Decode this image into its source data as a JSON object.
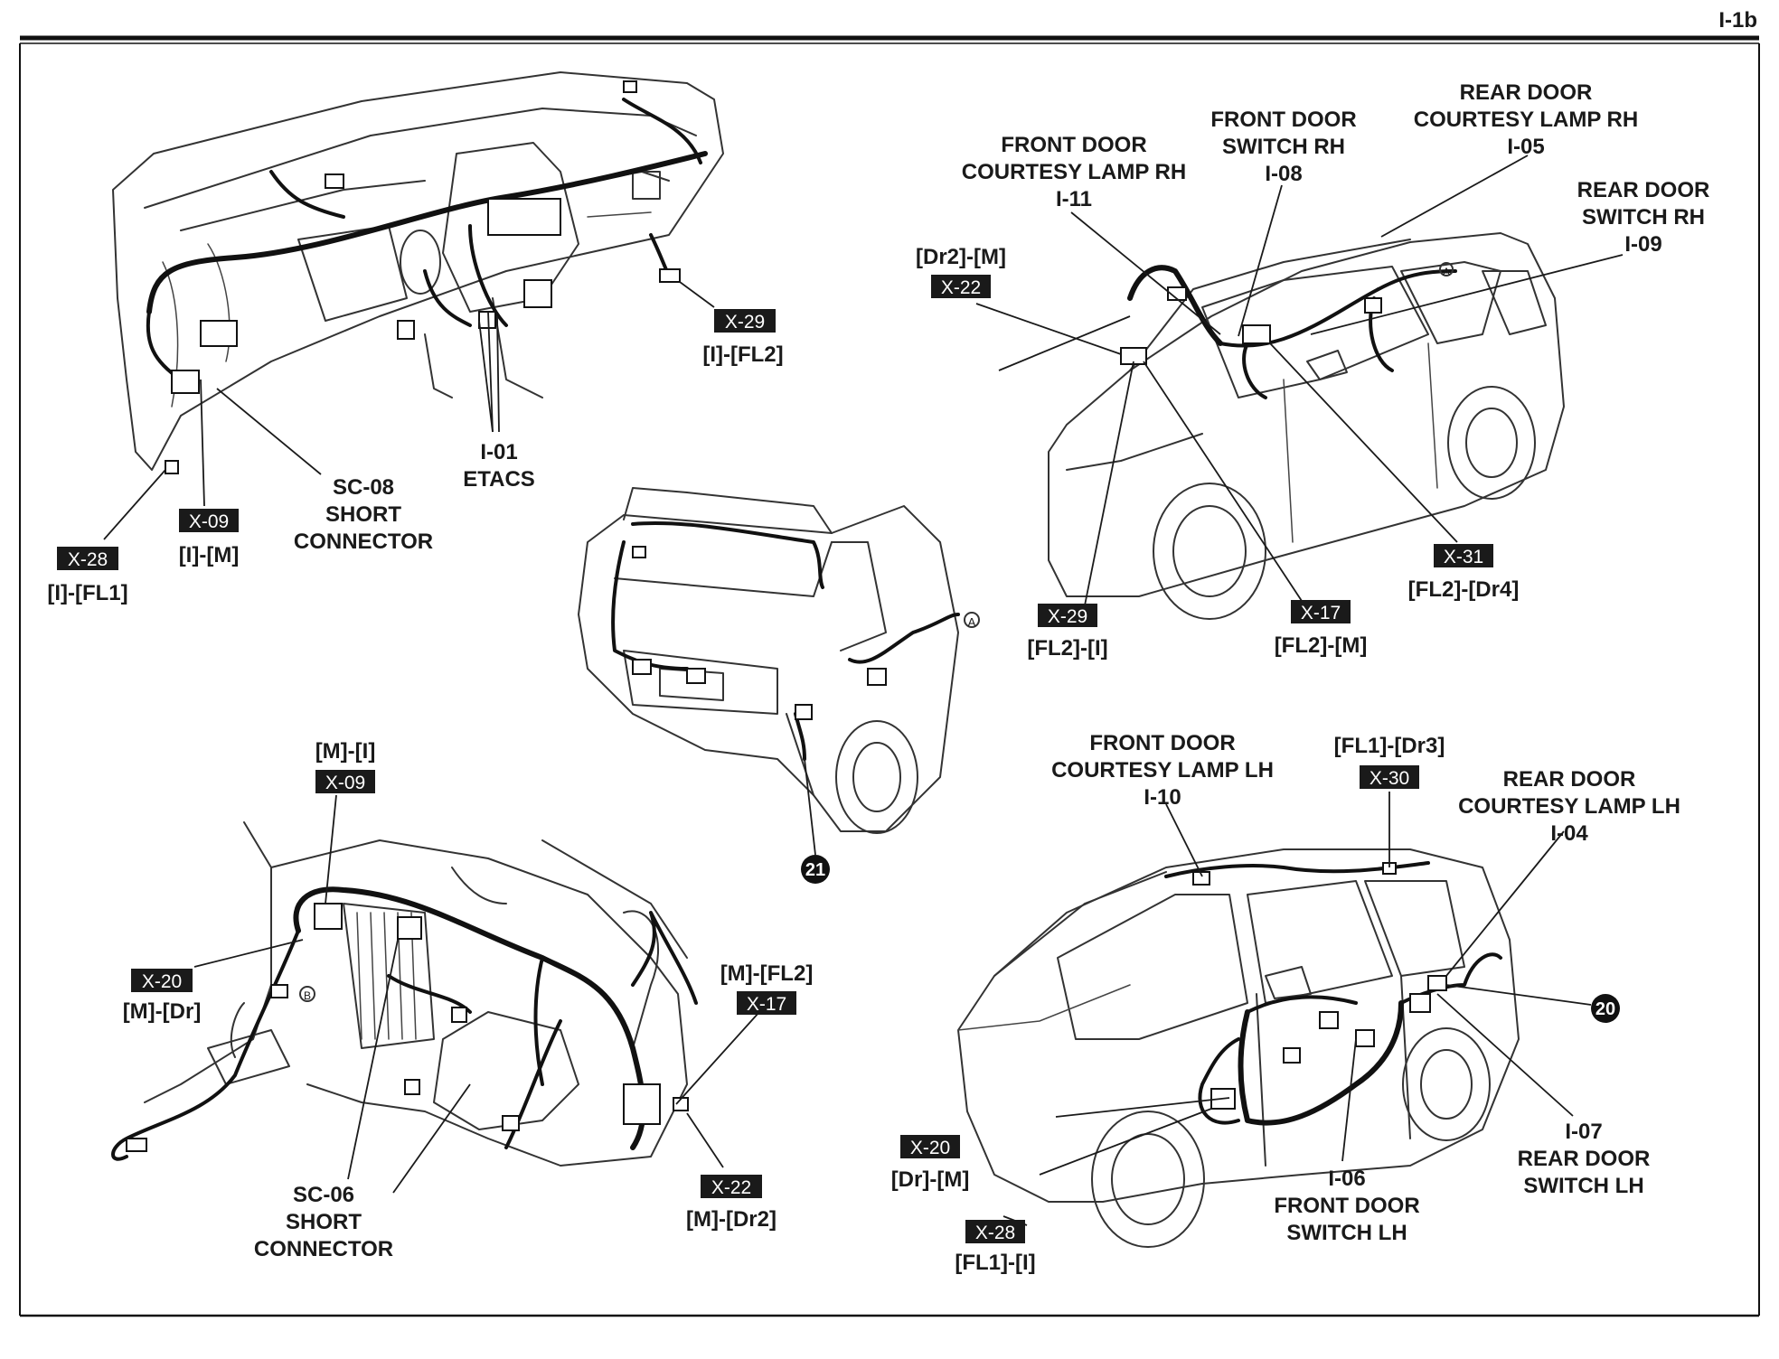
{
  "page_id": "I-1b",
  "dashboard": {
    "x28": {
      "code": "X-28",
      "desc": "[I]-[FL1]"
    },
    "x09": {
      "code": "X-09",
      "desc": "[I]-[M]"
    },
    "sc08": {
      "line1": "SC-08",
      "line2": "SHORT",
      "line3": "CONNECTOR"
    },
    "i01": {
      "line1": "I-01",
      "line2": "ETACS"
    },
    "x29": {
      "code": "X-29",
      "desc": "[I]-[FL2]"
    }
  },
  "rh_car": {
    "x22": {
      "code": "X-22",
      "desc": "[Dr2]-[M]"
    },
    "i11": {
      "line1": "FRONT DOOR",
      "line2": "COURTESY LAMP RH",
      "line3": "I-11"
    },
    "i08": {
      "line1": "FRONT DOOR",
      "line2": "SWITCH RH",
      "line3": "I-08"
    },
    "i05": {
      "line1": "REAR DOOR",
      "line2": "COURTESY LAMP RH",
      "line3": "I-05"
    },
    "i09": {
      "line1": "REAR DOOR",
      "line2": "SWITCH RH",
      "line3": "I-09"
    },
    "x29": {
      "code": "X-29",
      "desc": "[FL2]-[I]"
    },
    "x17": {
      "code": "X-17",
      "desc": "[FL2]-[M]"
    },
    "x31": {
      "code": "X-31",
      "desc": "[FL2]-[Dr4]"
    },
    "marker_a": "A"
  },
  "rear_car": {
    "bubble": "21",
    "marker_a": "A"
  },
  "floor": {
    "x09": {
      "code": "X-09",
      "desc": "[M]-[I]"
    },
    "x20": {
      "code": "X-20",
      "desc": "[M]-[Dr]"
    },
    "x17": {
      "code": "X-17",
      "desc": "[M]-[FL2]"
    },
    "x22": {
      "code": "X-22",
      "desc": "[M]-[Dr2]"
    },
    "sc06": {
      "line1": "SC-06",
      "line2": "SHORT",
      "line3": "CONNECTOR"
    },
    "marker_b": "B"
  },
  "lh_car": {
    "i10": {
      "line1": "FRONT DOOR",
      "line2": "COURTESY LAMP LH",
      "line3": "I-10"
    },
    "x30": {
      "code": "X-30",
      "desc": "[FL1]-[Dr3]"
    },
    "i04": {
      "line1": "REAR DOOR",
      "line2": "COURTESY LAMP LH",
      "line3": "I-04"
    },
    "bubble": "20",
    "i07": {
      "line1": "I-07",
      "line2": "REAR DOOR",
      "line3": "SWITCH LH"
    },
    "i06": {
      "line1": "I-06",
      "line2": "FRONT DOOR",
      "line3": "SWITCH LH"
    },
    "x20": {
      "code": "X-20",
      "desc": "[Dr]-[M]"
    },
    "x28": {
      "code": "X-28",
      "desc": "[FL1]-[I]"
    }
  }
}
